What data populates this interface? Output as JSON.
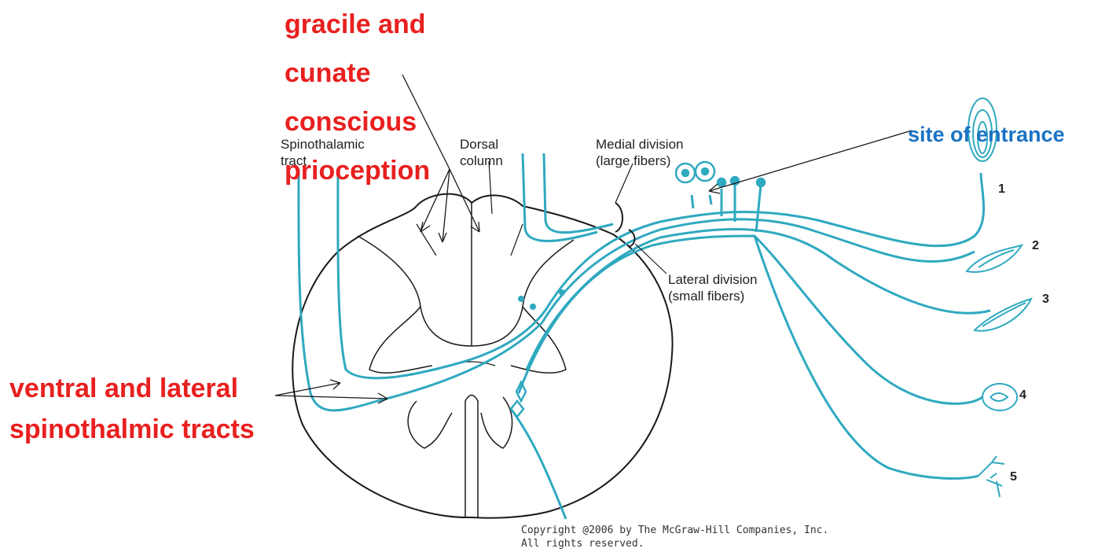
{
  "labels": {
    "spinothalamic": [
      "Spinothalamic",
      "tract"
    ],
    "dorsal": [
      "Dorsal",
      "column"
    ],
    "medial": [
      "Medial division",
      "(large fibers)"
    ],
    "lateral": [
      "Lateral division",
      "(small fibers)"
    ]
  },
  "annotations": {
    "gracile": [
      "gracile and",
      "cunate",
      "conscious",
      "prioception"
    ],
    "ventral": [
      "ventral and lateral",
      "spinothalmic tracts"
    ],
    "entrance": "site of entrance"
  },
  "receptor_numbers": [
    "1",
    "2",
    "3",
    "4",
    "5"
  ],
  "copyright": [
    "Copyright @2006 by The McGraw-Hill Companies, Inc.",
    "All rights reserved."
  ],
  "colors": {
    "nerve": "#2fa9c0",
    "outline": "#1a1a1a",
    "red_annotation": "#e8201f",
    "blue_annotation": "#1a73c4"
  }
}
